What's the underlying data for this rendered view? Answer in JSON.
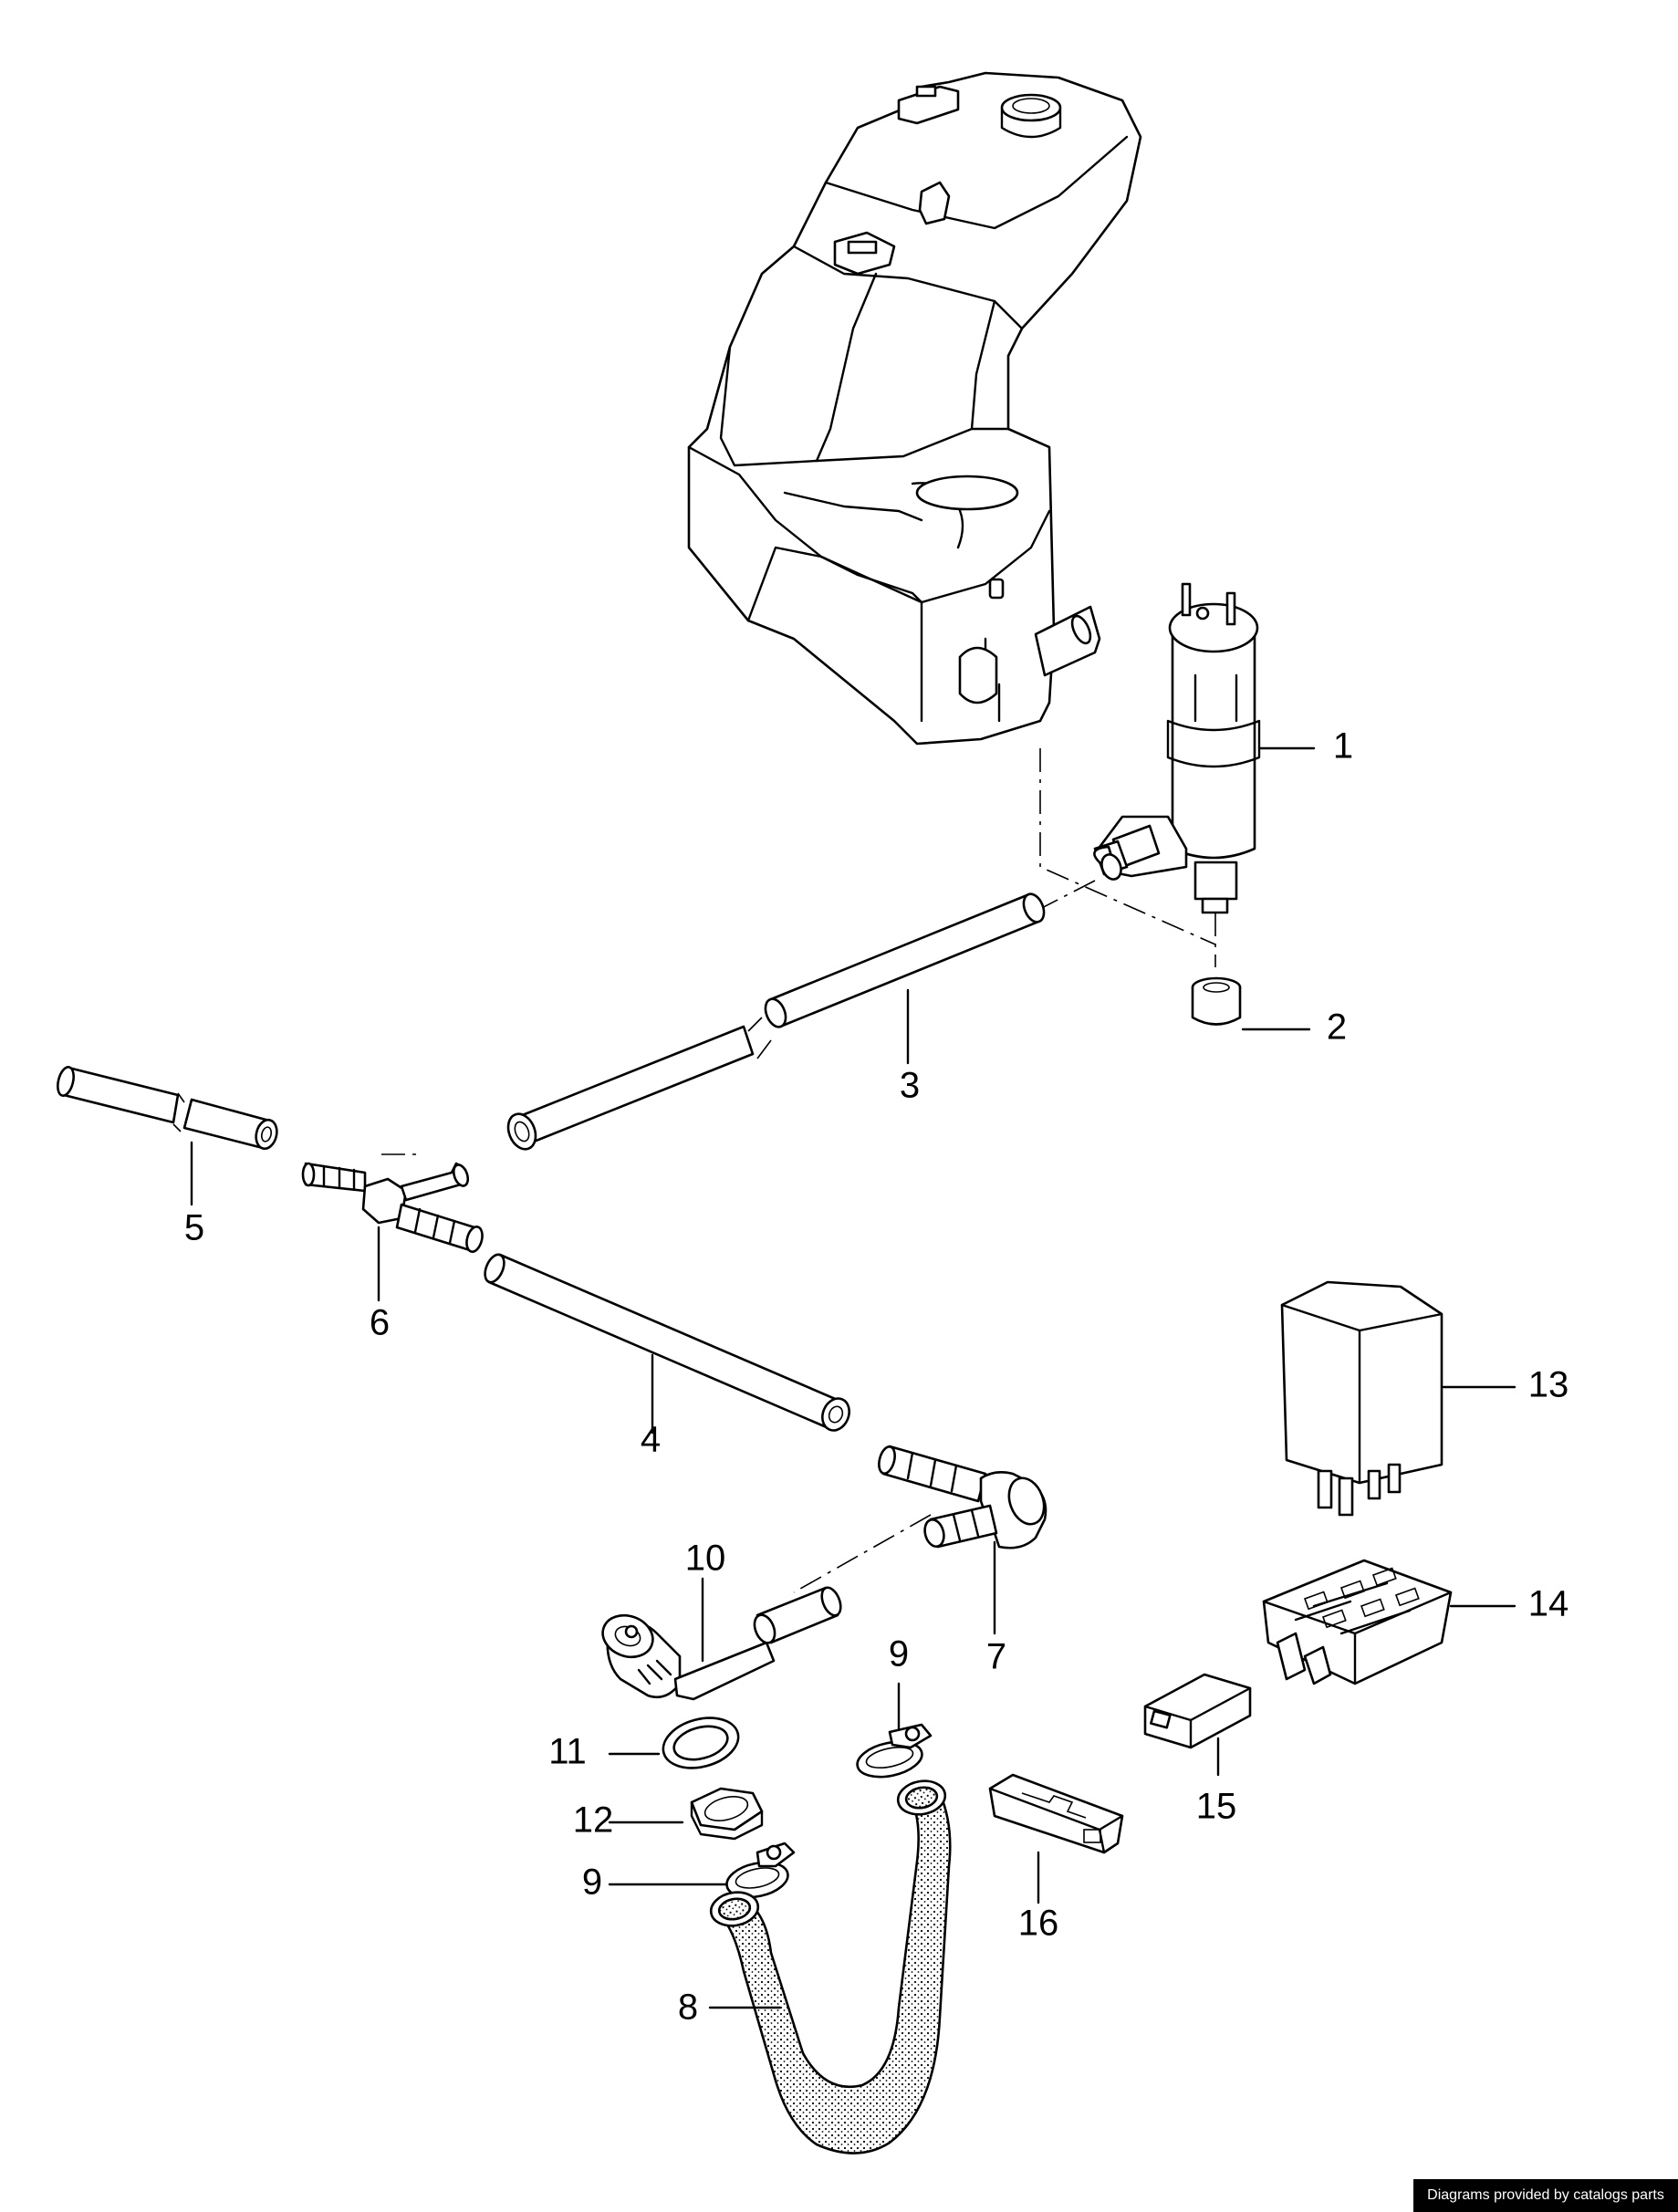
{
  "callouts": [
    "1",
    "2",
    "3",
    "4",
    "5",
    "6",
    "7",
    "8",
    "9",
    "9",
    "10",
    "11",
    "12",
    "13",
    "14",
    "15",
    "16"
  ],
  "credit": "Diagrams provided by catalogs parts"
}
